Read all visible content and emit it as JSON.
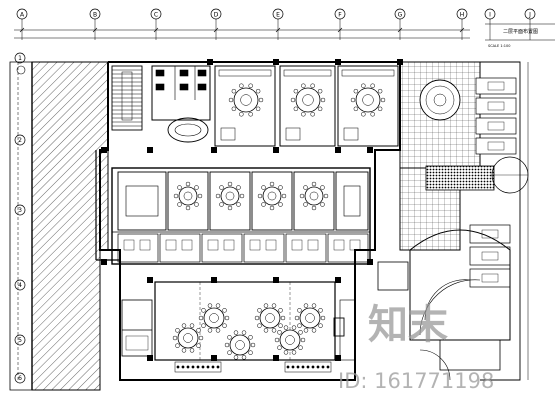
{
  "drawing": {
    "title": "二层平面布置图",
    "scale": "SCALE 1:100",
    "grid_labels_top": [
      "A",
      "B",
      "C",
      "D",
      "E",
      "F",
      "G",
      "H",
      "I",
      "J"
    ],
    "grid_labels_left": [
      "1",
      "2",
      "3",
      "4",
      "5",
      "6"
    ]
  },
  "watermark": {
    "brand": "知末",
    "id_text": "ID: 161771198"
  },
  "colors": {
    "line": "#000000",
    "background": "#ffffff",
    "watermark": "#9a9a9a"
  }
}
